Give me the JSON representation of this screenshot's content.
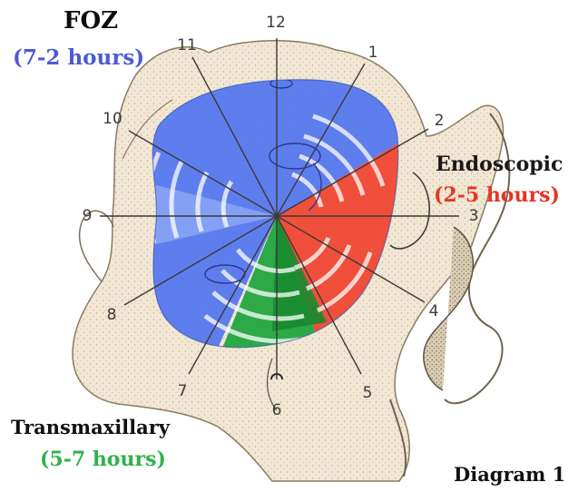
{
  "approaches": {
    "foz": {
      "name": "FOZ",
      "range": "(7-2 hours)",
      "color": "#3a5fe6"
    },
    "endoscopic": {
      "name": "Endoscopic",
      "range": "(2-5 hours)",
      "color": "#ef3a2a"
    },
    "transmaxillary": {
      "name": "Transmaxillary",
      "range": "(5-7 hours)",
      "color": "#1fa83a"
    }
  },
  "clock_positions": [
    "1",
    "2",
    "3",
    "4",
    "5",
    "6",
    "7",
    "8",
    "9",
    "10",
    "11",
    "12"
  ],
  "caption": "Diagram 1"
}
